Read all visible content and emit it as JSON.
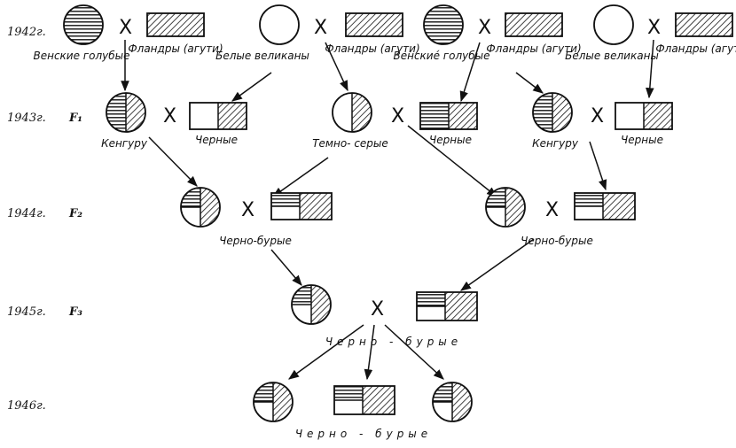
{
  "years": [
    "1942г.",
    "1943г.",
    "1944г.",
    "1945г.",
    "1946г."
  ],
  "generations": [
    "F₁",
    "F₂",
    "F₃"
  ],
  "cross_symbol": "X",
  "labels": {
    "viennese_blue_1": "Венские голубые",
    "flanders_agouti_1": "Фландры (агути)",
    "white_giants_1": "Белые великаны",
    "flanders_agouti_2": "Фландры (агути)",
    "viennese_blue_2": "Венскиé голубые",
    "flanders_agouti_3": "Фландры (агути)",
    "white_giants_2": "Белые великаны",
    "flanders_agouti_4": "Фландры (агути)",
    "kenguru_1": "Кенгуру",
    "black_1": "Черные",
    "dark_grey": "Темно- серые",
    "black_2": "Черные",
    "kenguru_2": "Кенгуру",
    "black_3": "Черные",
    "black_brown_1": "Черно-бурые",
    "black_brown_2": "Черно-бурые",
    "black_brown_3": "Черно - бурые",
    "black_brown_4": "Черно - бурые"
  }
}
